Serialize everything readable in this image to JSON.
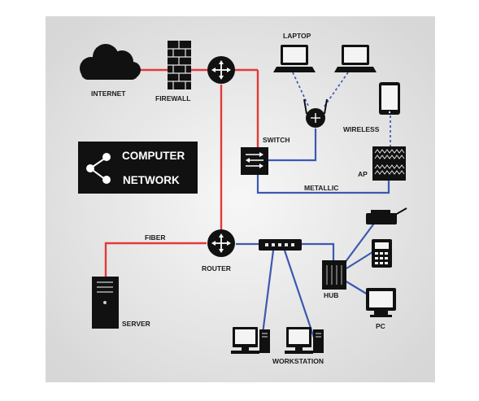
{
  "labels": {
    "internet": "INTERNET",
    "firewall": "FIREWALL",
    "laptop": "LAPTOP",
    "wireless": "WIRELESS",
    "switch": "SWITCH",
    "ap": "AP",
    "metallic": "METALLIC",
    "fiber": "FIBER",
    "router": "ROUTER",
    "server": "SERVER",
    "hub": "HUB",
    "pc": "PC",
    "workstation": "WORKSTATION",
    "title_line1": "COMPUTER",
    "title_line2": "NETWORK"
  },
  "colors": {
    "fiber": "#e23a3a",
    "metallic": "#3c59b0",
    "wireless": "#3c59b0",
    "device": "#111111",
    "panel_bg": "#e8e8e8"
  },
  "icons": [
    "cloud-icon",
    "brick-wall-icon",
    "router-icon",
    "laptop-icon",
    "wireless-router-icon",
    "tablet-icon",
    "switch-icon",
    "access-point-icon",
    "network-share-icon",
    "server-tower-icon",
    "hub-icon",
    "fax-icon",
    "telephone-icon",
    "pc-icon",
    "workstation-icon"
  ]
}
